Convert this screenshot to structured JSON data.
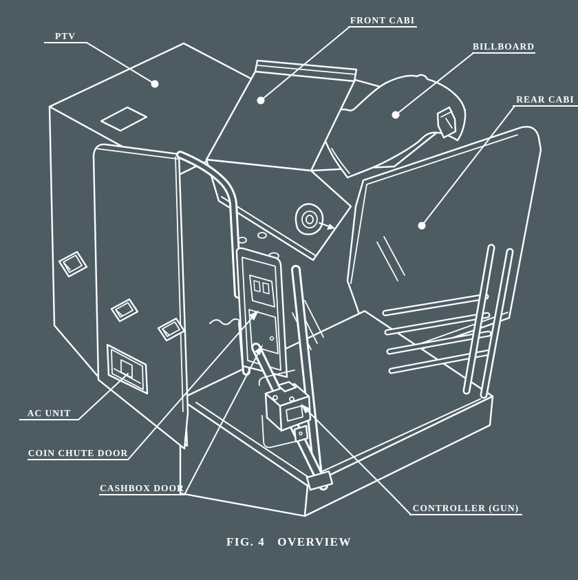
{
  "figure": {
    "caption_fig_no": "FIG. 4",
    "caption_title": "OVERVIEW"
  },
  "part_labels": {
    "ptv": "PTV",
    "front_cabi": "FRONT CABI",
    "billboard": "BILLBOARD",
    "rear_cabi": "REAR CABI",
    "ac_unit": "AC UNIT",
    "coin_chute_door": "COIN CHUTE DOOR",
    "cashbox_door": "CASHBOX DOOR",
    "controller_gun": "CONTROLLER (GUN)"
  },
  "colors": {
    "background": "#4d5c63",
    "line_art": "#fbfdfd"
  }
}
